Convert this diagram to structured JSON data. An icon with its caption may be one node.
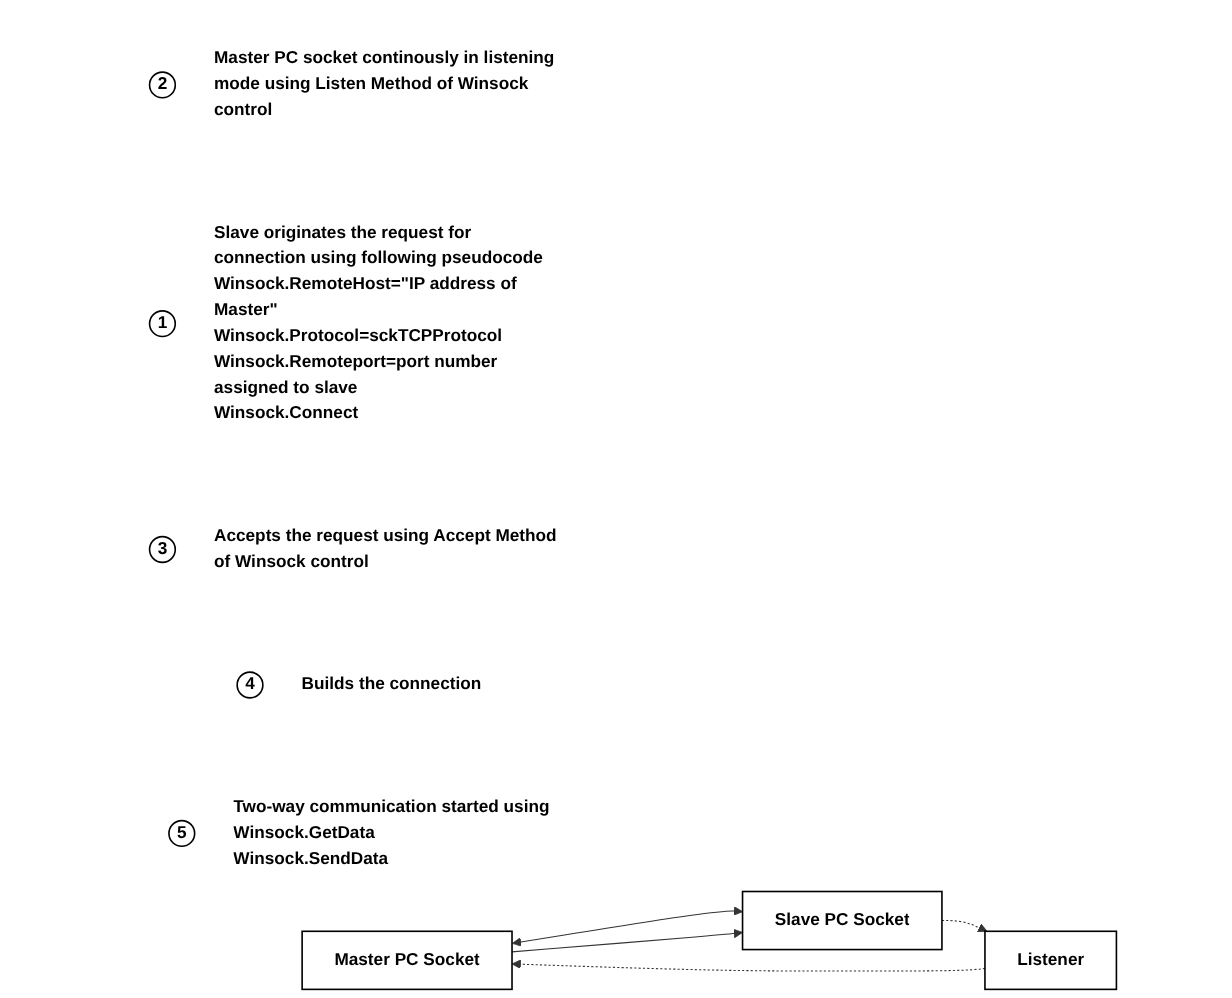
{
  "diagram": {
    "nodes": [
      {
        "text": [
          "5"
        ],
        "beside": [
          "Two-way communication started using",
          "Winsock.GetData",
          "Winsock.SendData"
        ]
      },
      {
        "text": [
          "Master PC Socket"
        ]
      },
      {
        "text": [
          "Slave PC Socket"
        ]
      },
      {
        "text": [
          "4"
        ],
        "beside": [
          "Builds the connection"
        ]
      },
      {
        "text": [
          "3"
        ],
        "beside": [
          "Accepts the request using Accept Method of Winsock control"
        ]
      },
      {
        "text": [
          "Listener"
        ]
      },
      {
        "text": [
          "1"
        ],
        "beside": [
          "Slave originates the request for connection using following pseudocode",
          "Winsock.RemoteHost=\"IP address of Master\"",
          "Winsock.Protocol=sckTCPProtocol",
          "Winsock.Remoteport=port number assigned to slave",
          "Winsock.Connect"
        ]
      },
      {
        "text": [
          "2"
        ],
        "beside": [
          "Master PC socket continously in listening mode using Listen Method of Winsock control"
        ]
      }
    ],
    "edges": [
      {
        "from": 1,
        "to": 2,
        "arrow": "both"
      },
      {
        "from": 1,
        "to": 2,
        "arrow": "to"
      },
      {
        "from": 2,
        "to": 5,
        "arrow": "to",
        "style": "dashed"
      },
      {
        "from": 5,
        "to": 1,
        "arrow": "to",
        "style": "dashed"
      }
    ]
  }
}
